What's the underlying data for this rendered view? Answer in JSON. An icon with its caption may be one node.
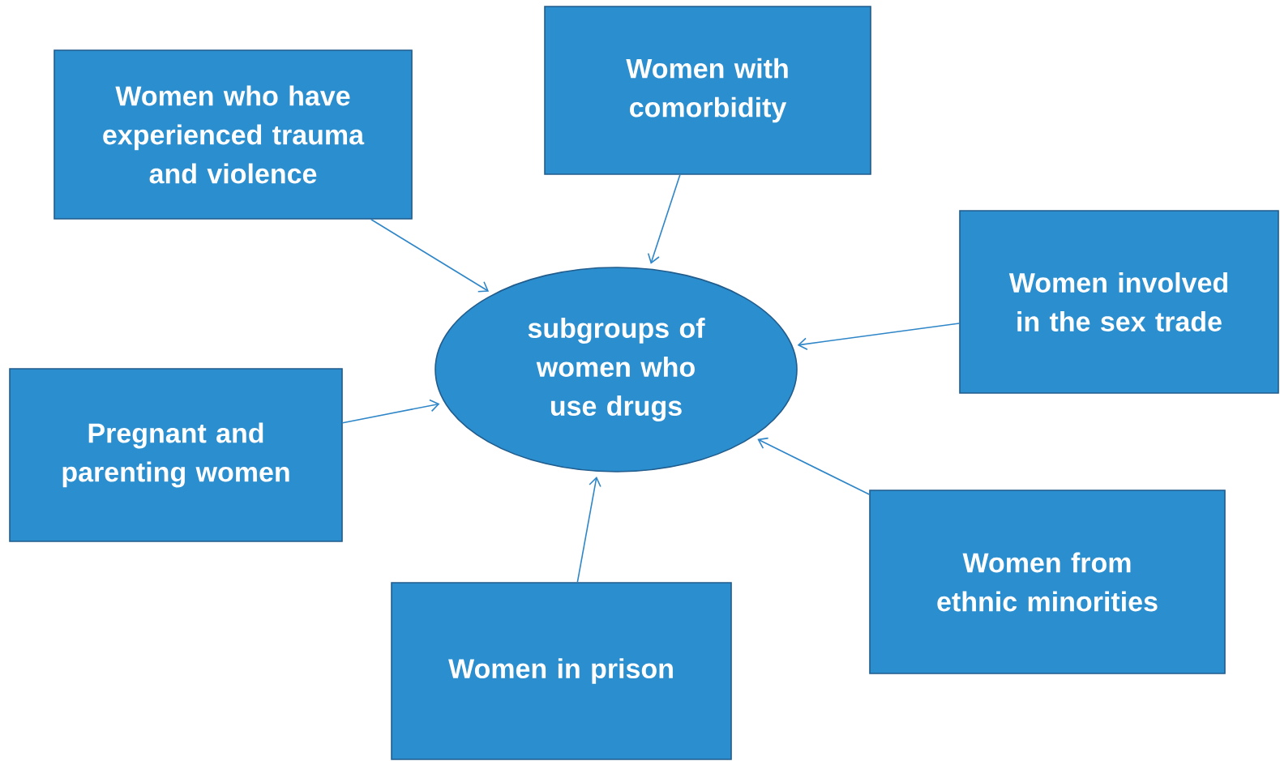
{
  "diagram": {
    "nodes": [
      {
        "text": [
          "subgroups of women who use drugs"
        ]
      },
      {
        "text": [
          "Women who have experienced trauma and violence"
        ]
      },
      {
        "text": [
          "Women with comorbidity"
        ]
      },
      {
        "text": [
          "Women involved in the sex trade"
        ]
      },
      {
        "text": [
          "Pregnant and parenting women"
        ]
      },
      {
        "text": [
          "Women from ethnic minorities"
        ]
      },
      {
        "text": [
          "Women in prison"
        ]
      }
    ],
    "edges": [
      {
        "from": 1,
        "to": 0,
        "arrow": "to"
      },
      {
        "from": 2,
        "to": 0,
        "arrow": "to"
      },
      {
        "from": 3,
        "to": 0,
        "arrow": "to"
      },
      {
        "from": 4,
        "to": 0,
        "arrow": "to"
      },
      {
        "from": 5,
        "to": 0,
        "arrow": "to"
      },
      {
        "from": 6,
        "to": 0,
        "arrow": "to"
      }
    ]
  }
}
